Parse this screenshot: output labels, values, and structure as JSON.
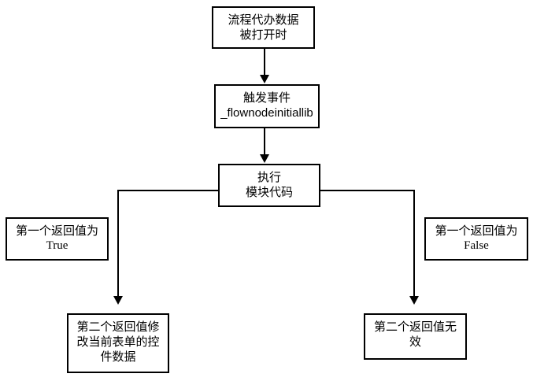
{
  "diagram": {
    "title": "flow-node-event-flowchart",
    "colors": {
      "background": "#ffffff",
      "line": "#000000",
      "text": "#000000"
    },
    "nodes": {
      "start": {
        "line1": "流程代办数据",
        "line2": "被打开时"
      },
      "trigger": {
        "line1": "触发事件",
        "line2": "_flownodeinitiallib"
      },
      "execute": {
        "line1": "执行",
        "line2": "模块代码"
      },
      "label_true": {
        "line1": "第一个返回值为",
        "line2": "True"
      },
      "label_false": {
        "line1": "第一个返回值为",
        "line2": "False"
      },
      "result_true": {
        "line1": "第二个返回值修",
        "line2": "改当前表单的控",
        "line3": "件数据"
      },
      "result_false": {
        "line1": "第二个返回值无",
        "line2": "效"
      }
    },
    "edges": [
      {
        "from": "start",
        "to": "trigger",
        "style": "arrow-down"
      },
      {
        "from": "trigger",
        "to": "execute",
        "style": "arrow-down"
      },
      {
        "from": "execute",
        "to": "result_true",
        "style": "elbow-left-arrow-down",
        "condition_label": "第一个返回值为 True"
      },
      {
        "from": "execute",
        "to": "result_false",
        "style": "elbow-right-arrow-down",
        "condition_label": "第一个返回值为 False"
      }
    ]
  }
}
